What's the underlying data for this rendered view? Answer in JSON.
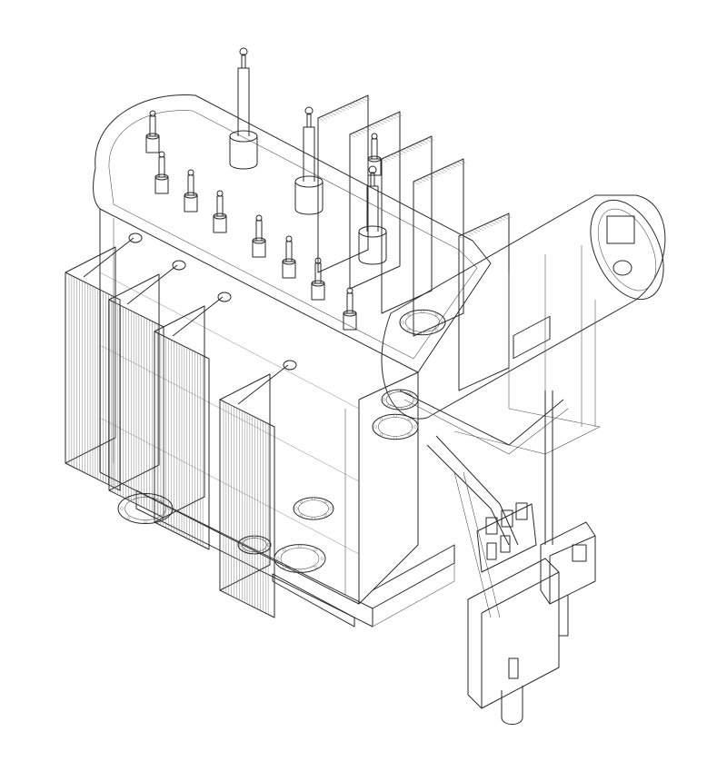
{
  "drawing": {
    "subject": "power-transformer-wireframe",
    "watermark": "",
    "colors": {
      "background": "#ffffff",
      "line": "#2a2a2a",
      "fine": "#777777"
    },
    "radiator_bank_left_fins": 18,
    "radiator_bank_back_fins": 16,
    "top_bushings": 9,
    "hv_bushings": 3,
    "control_boxes": 2
  }
}
